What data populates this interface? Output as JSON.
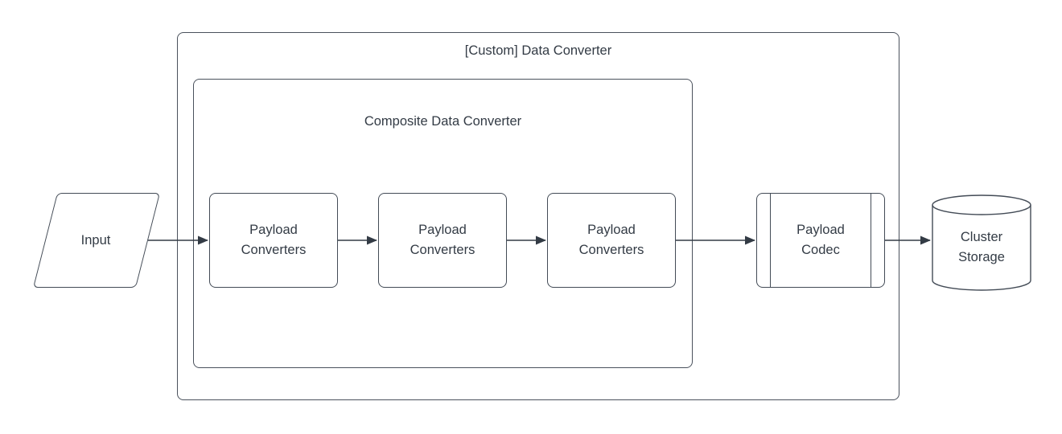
{
  "diagram": {
    "outer_group": {
      "title": "[Custom] Data Converter"
    },
    "composite_group": {
      "title": "Composite Data Converter"
    },
    "nodes": {
      "input": {
        "label": "Input",
        "shape": "parallelogram"
      },
      "payload_converters": [
        {
          "label": "Payload Converters"
        },
        {
          "label": "Payload Converters"
        },
        {
          "label": "Payload Converters"
        }
      ],
      "payload_codec": {
        "label": "Payload Codec",
        "shape": "predefined-process"
      },
      "cluster_storage": {
        "label": "Cluster Storage",
        "shape": "cylinder"
      }
    },
    "flow": "Input → Payload Converters ×3 → Payload Codec → Cluster Storage",
    "colors": {
      "stroke": "#434b56",
      "text": "#333b45",
      "background": "#ffffff"
    }
  }
}
